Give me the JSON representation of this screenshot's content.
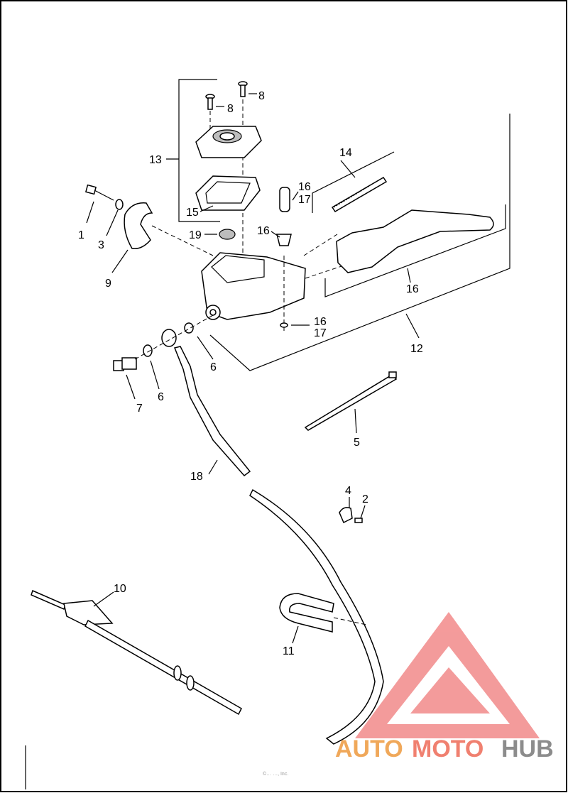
{
  "callouts": {
    "c1": "1",
    "c2": "2",
    "c3": "3",
    "c4": "4",
    "c5": "5",
    "c6a": "6",
    "c6b": "6",
    "c7": "7",
    "c8a": "8",
    "c8b": "8",
    "c9": "9",
    "c10": "10",
    "c11": "11",
    "c12": "12",
    "c13": "13",
    "c14": "14",
    "c15": "15",
    "c16a": "16",
    "c16b": "16",
    "c16c": "16",
    "c16d": "16",
    "c17a": "17",
    "c17b": "17",
    "c18": "18",
    "c19": "19"
  },
  "watermark": {
    "part1": "AUTO",
    "part2": "MOTO",
    "part3": "HUB",
    "color_auto": "#f0a85a",
    "color_moto": "#f08070",
    "color_hub": "#8c8c8c",
    "logo_color": "#f28a8a"
  },
  "footer": {
    "copyright": "©… …, Inc."
  }
}
